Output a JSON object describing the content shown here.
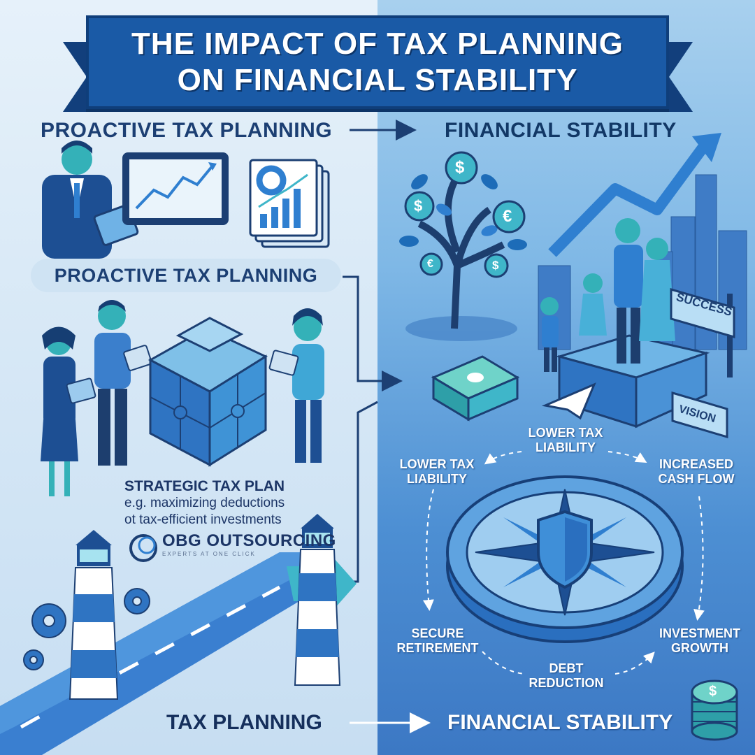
{
  "title": {
    "line1": "THE IMPACT OF TAX PLANNING",
    "line2": "ON FINANCIAL STABILITY"
  },
  "top_flow": {
    "left": "PROACTIVE TAX PLANNING",
    "right": "FINANCIAL STABILITY"
  },
  "left_panel": {
    "pill_label": "PROACTIVE TAX PLANNING",
    "strategy_title": "STRATEGIC TAX PLAN",
    "strategy_line1": "e.g. maximizing deductions",
    "strategy_line2": "ot tax-efficient investments"
  },
  "logo": {
    "name": "OBG OUTSOURCING",
    "tagline": "EXPERTS AT ONE CLICK"
  },
  "signs": {
    "success": "SUCCESS",
    "vision": "VISION"
  },
  "benefits": {
    "top": "LOWER TAX\nLIABILITY",
    "left": "LOWER TAX\nLIABILITY",
    "right": "INCREASED\nCASH FLOW",
    "bottom_left": "SECURE\nRETIREMENT",
    "bottom": "DEBT\nREDUCTION",
    "bottom_right": "INVESTMENT\nGROWTH"
  },
  "bottom_flow": {
    "left": "TAX PLANNING",
    "right": "FINANCIAL STABILITY"
  },
  "icons": {
    "coin_symbols": [
      "$",
      "$",
      "€",
      "€",
      "$"
    ],
    "money_symbol": "$",
    "coin_stack_symbol": "$"
  },
  "colors": {
    "banner": "#1a5aa6",
    "navy_text": "#1c3f73",
    "accent": "#2f7fd0",
    "teal": "#3fb6c9",
    "left_bg": "#e6f1fa",
    "right_bg": "#5a9bd9"
  }
}
